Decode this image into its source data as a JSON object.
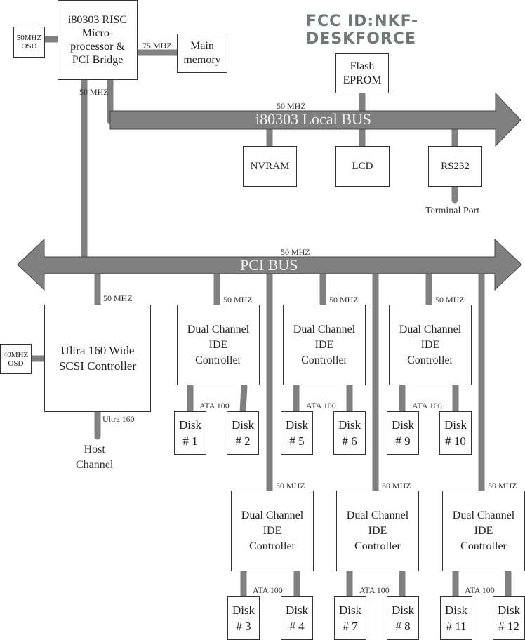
{
  "title": "FCC ID:NKF-DESKFORCE",
  "colors": {
    "bus": "#808080",
    "link": "#808080",
    "box_border": "#333333",
    "title": "#6e7a74"
  },
  "cpu": {
    "label": "i80303 RISC\nMicro-\nprocessor &\nPCI Bridge"
  },
  "cpu_osd": {
    "label": "50MHZ\nOSD"
  },
  "main_memory": {
    "label": "Main\nmemory",
    "link_label": "75 MHZ"
  },
  "cpu_pci_link_label": "50 MHZ",
  "local_bus": {
    "label": "i80303 Local BUS",
    "speed": "50 MHZ"
  },
  "local_devices": {
    "flash": "Flash\nEPROM",
    "nvram": "NVRAM",
    "lcd": "LCD",
    "rs232": "RS232",
    "terminal_port": "Terminal Port"
  },
  "pci_bus": {
    "label": "PCI BUS",
    "speed": "50 MHZ"
  },
  "scsi": {
    "label": "Ultra 160 Wide\nSCSI Controller",
    "link_label": "50 MHZ",
    "osd": "40MHZ\nOSD",
    "channel_link": "Ultra 160",
    "host_channel": "Host\nChannel"
  },
  "ide_controllers": [
    {
      "label": "Dual Channel\nIDE\nController",
      "speed": "50 MHZ",
      "link": "ATA 100",
      "disks": [
        "Disk\n# 1",
        "Disk\n# 2"
      ]
    },
    {
      "label": "Dual Channel\nIDE\nController",
      "speed": "50 MHZ",
      "link": "ATA 100",
      "disks": [
        "Disk\n# 5",
        "Disk\n# 6"
      ]
    },
    {
      "label": "Dual Channel\nIDE\nController",
      "speed": "50 MHZ",
      "link": "ATA 100",
      "disks": [
        "Disk\n# 9",
        "Disk\n# 10"
      ]
    },
    {
      "label": "Dual Channel\nIDE\nController",
      "speed": "50 MHZ",
      "link": "ATA 100",
      "disks": [
        "Disk\n# 3",
        "Disk\n# 4"
      ]
    },
    {
      "label": "Dual Channel\nIDE\nController",
      "speed": "50 MHZ",
      "link": "ATA 100",
      "disks": [
        "Disk\n# 7",
        "Disk\n# 8"
      ]
    },
    {
      "label": "Dual Channel\nIDE\nController",
      "speed": "50 MHZ",
      "link": "ATA 100",
      "disks": [
        "Disk\n# 11",
        "Disk\n# 12"
      ]
    }
  ]
}
